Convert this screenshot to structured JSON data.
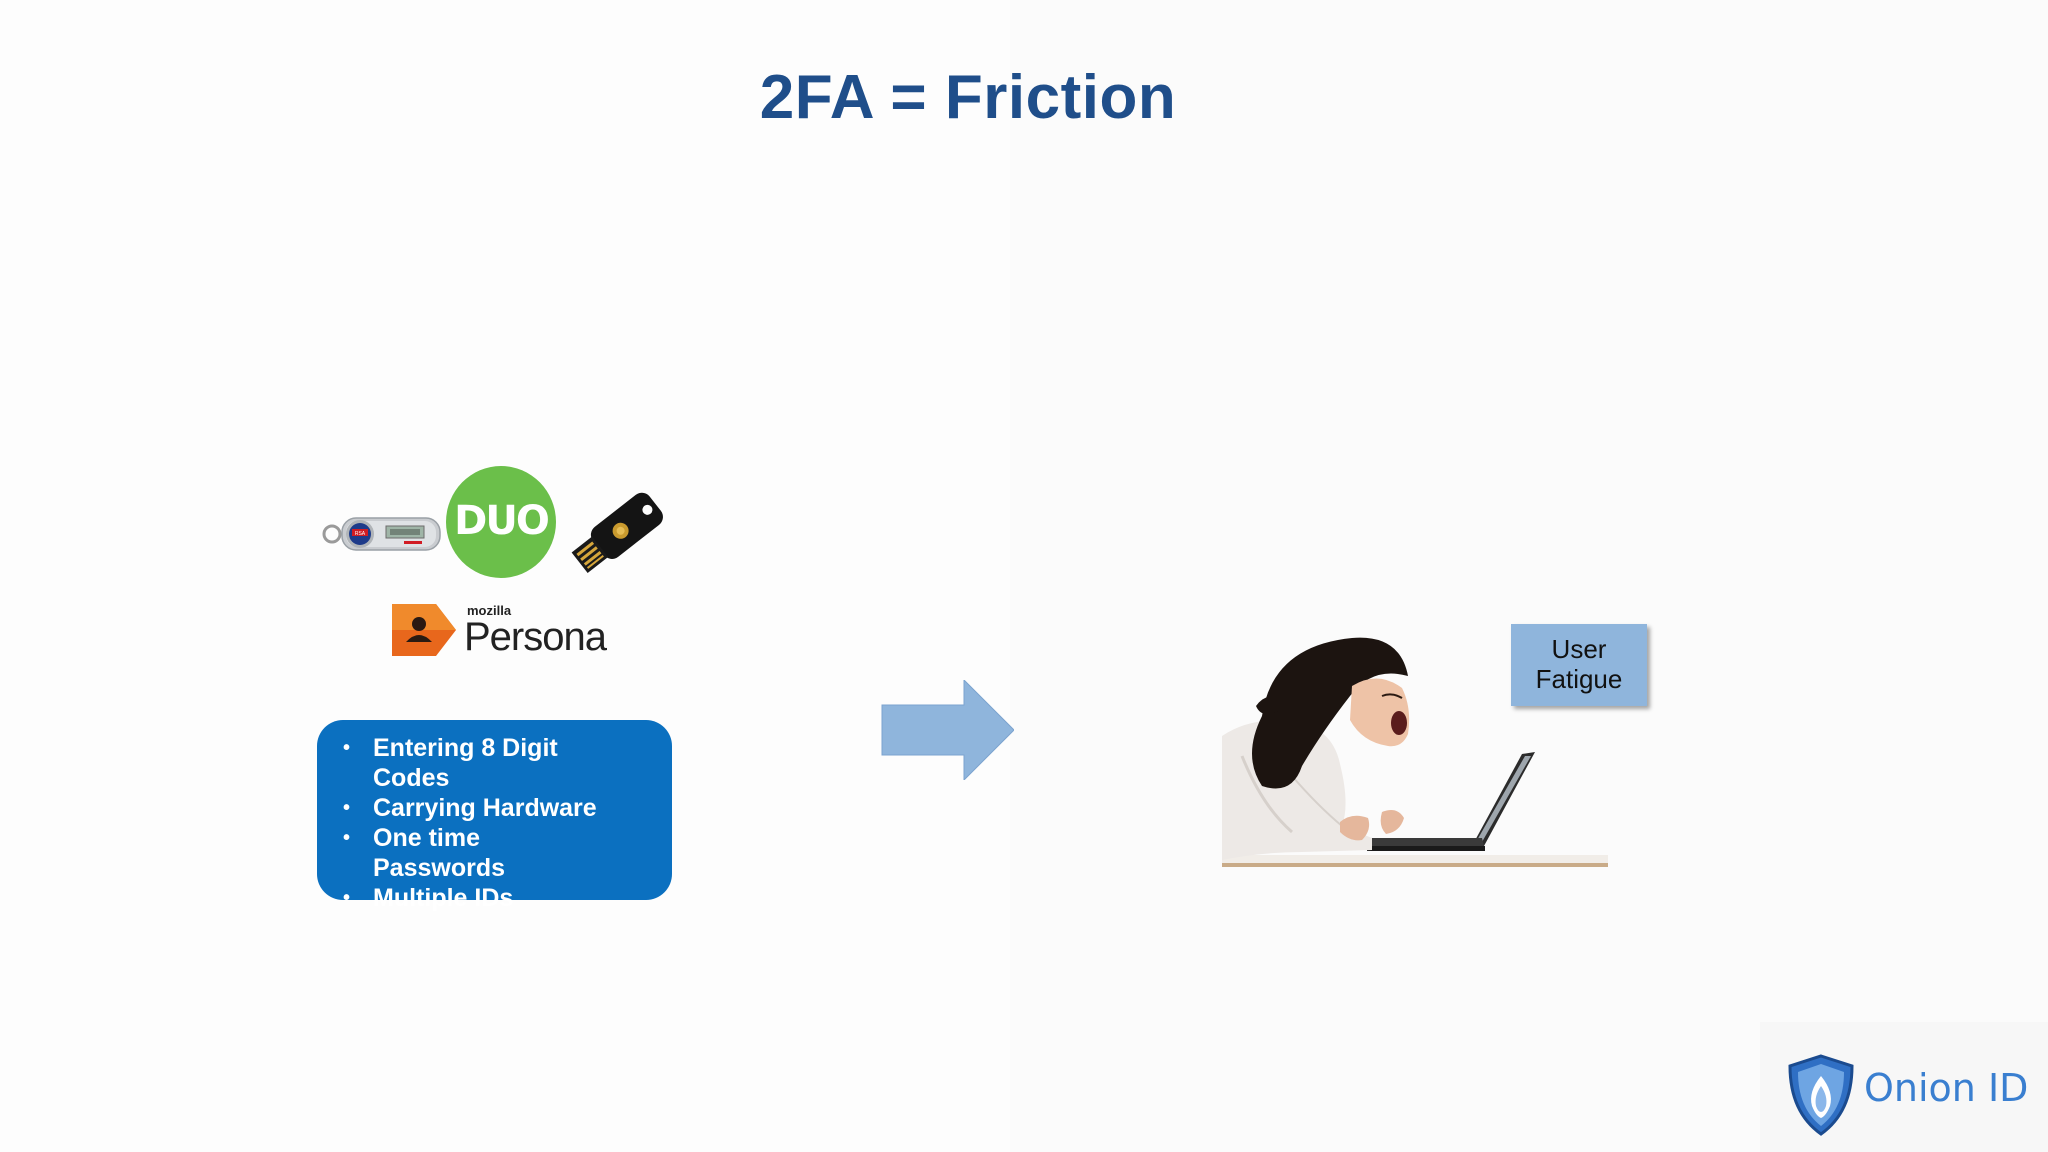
{
  "slide": {
    "title": "2FA = Friction"
  },
  "logos": {
    "rsa_badge": "RSA",
    "duo": "DUO",
    "persona_small": "mozilla",
    "persona": "Persona"
  },
  "bullets": [
    "Entering 8 Digit Codes",
    "Carrying Hardware",
    "One time Passwords",
    "Multiple IDs"
  ],
  "callout": {
    "line1": "User",
    "line2": "Fatigue"
  },
  "brand": {
    "name": "Onion ID"
  },
  "colors": {
    "title": "#1f4e8a",
    "bullet_box": "#0b70c0",
    "arrow": "#8fb5dc",
    "callout": "#8fb5dc",
    "duo_green": "#6bbf4a",
    "brand_blue": "#3a7fd0"
  },
  "icons": [
    "rsa-token-icon",
    "duo-logo-icon",
    "yubikey-icon",
    "persona-icon",
    "right-arrow-icon",
    "onion-shield-icon"
  ]
}
